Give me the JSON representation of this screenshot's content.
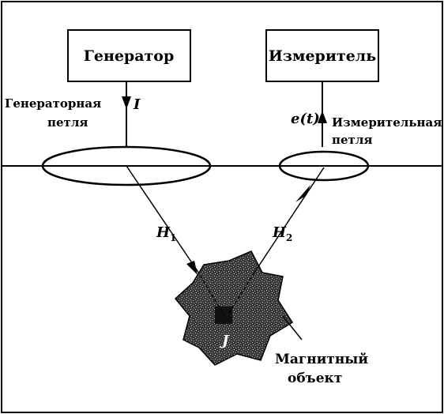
{
  "diagram": {
    "generator_box": {
      "label": "Генератор"
    },
    "meter_box": {
      "label": "Измеритель"
    },
    "generator_loop": {
      "label_line1": "Генераторная",
      "label_line2": "петля",
      "current_symbol": "I"
    },
    "meter_loop": {
      "label_line1": "Измерительная",
      "label_line2": "петля",
      "emf_symbol": "e(t)"
    },
    "field_1": {
      "symbol": "H",
      "subscript": "1"
    },
    "field_2": {
      "symbol": "H",
      "subscript": "2"
    },
    "object": {
      "label_line1": "Магнитный",
      "label_line2": "объект",
      "inner_symbol": "J"
    }
  }
}
